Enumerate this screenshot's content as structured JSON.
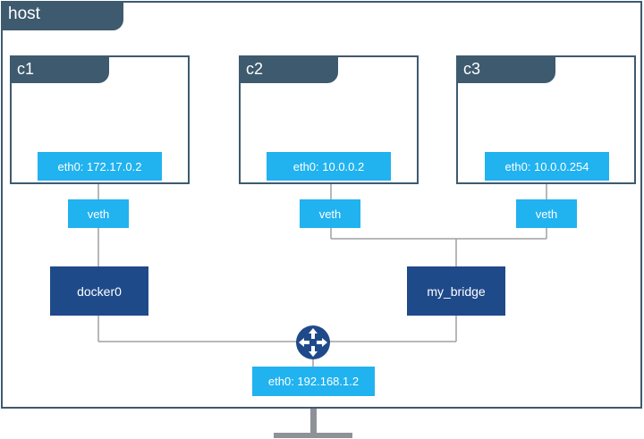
{
  "host": {
    "label": "host"
  },
  "containers": [
    {
      "name": "c1",
      "eth0": "eth0: 172.17.0.2",
      "veth": "veth"
    },
    {
      "name": "c2",
      "eth0": "eth0: 10.0.0.2",
      "veth": "veth"
    },
    {
      "name": "c3",
      "eth0": "eth0: 10.0.0.254",
      "veth": "veth"
    }
  ],
  "bridges": {
    "docker0": "docker0",
    "my_bridge": "my_bridge"
  },
  "host_eth0": "eth0: 192.168.1.2",
  "colors": {
    "frame": "#3e5a6e",
    "iface": "#21b2f0",
    "bridge": "#1f4a8a",
    "wire": "#9a9a9a"
  },
  "icons": {
    "router": "router-icon"
  }
}
